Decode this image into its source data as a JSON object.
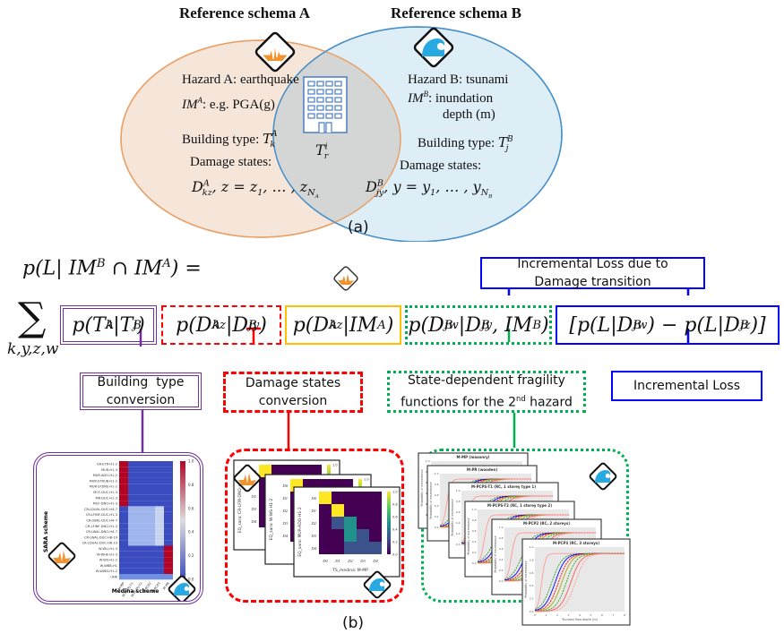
{
  "panel_a": {
    "schema_a": {
      "title": "Reference schema A",
      "hazard": "Hazard A: earthquake",
      "im_label": "IM",
      "im_sup": "A",
      "im_text": ": e.g. PGA(g)",
      "building_type_label": "Building type: ",
      "building_type_sym": "T",
      "building_type_sup": "A",
      "building_type_sub": "k",
      "damage_states_label": "Damage states:",
      "damage_states_expr": "D",
      "damage_states_sup": "A",
      "damage_states_sub": "kz",
      "damage_states_range": ", z = z",
      "damage_states_range_sub": "1",
      "damage_states_range_end": ", … , z",
      "damage_states_range_end_sub": "N",
      "damage_states_range_end_subsub": "A",
      "hazard_icon": "earthquake-icon",
      "color": "#e8a26a",
      "fill": "#f6e6da"
    },
    "schema_b": {
      "title": "Reference schema B",
      "hazard": "Hazard B: tsunami",
      "im_label": "IM",
      "im_sup": "B",
      "im_text": ": inundation",
      "im_text_2": "depth (m)",
      "building_type_label": "Building type: ",
      "building_type_sym": "T",
      "building_type_sup": "B",
      "building_type_sub": "j",
      "damage_states_label": "Damage states:",
      "damage_states_expr": "D",
      "damage_states_sup": "B",
      "damage_states_sub": "jy",
      "damage_states_range": ", y = y",
      "damage_states_range_sub": "1",
      "damage_states_range_end": ", … , y",
      "damage_states_range_end_sub": "N",
      "damage_states_range_end_subsub": "B",
      "hazard_icon": "tsunami-icon",
      "color": "#4a90c8",
      "fill": "#ddeef7"
    },
    "intersection": {
      "icon": "building-icon",
      "sym": "T",
      "sup": "i",
      "sub": "r",
      "fill": "#d4d6d6"
    },
    "caption": "(a)"
  },
  "panel_b": {
    "lhs": {
      "text_1": "p(L| IM",
      "sup_1": "B",
      "text_2": " ∩ IM",
      "sup_2": "A",
      "text_3": ") ="
    },
    "sum_symbol": "∑",
    "sum_index": "k,y,z,w",
    "terms": [
      {
        "id": "building-type",
        "text": "p(T",
        "sup": "A",
        "sub": "k",
        "mid": "|T",
        "sup2": "B",
        "sub2": "j",
        "end": ")",
        "color": "#7030a0",
        "style": "double"
      },
      {
        "id": "damage-states",
        "text": "p(D",
        "sup": "A",
        "sub": "kz",
        "mid": " |D",
        "sup2": "B",
        "sub2": "jy",
        "end": ")",
        "color": "#ff0000",
        "style": "dashed"
      },
      {
        "id": "fragility-a",
        "text": "p(D",
        "sup": "A",
        "sub": "kz",
        "mid": "|IM",
        "sup2": "A",
        "sub2": "",
        "end": ")",
        "color": "#ffc000",
        "style": "solid"
      },
      {
        "id": "fragility-b",
        "text": "p(D",
        "sup": "B",
        "sub": "jw",
        "mid": "|D",
        "sup2": "B",
        "sub2": "jy",
        "end": ", IM",
        "sup3": "B",
        "end2": ")",
        "color": "#00b050",
        "style": "dotted"
      },
      {
        "id": "loss",
        "text": "[p(L|D",
        "sup": "B",
        "sub": "jw",
        "mid": ") − p(L|D",
        "sup2": "B",
        "sub2": "jz",
        "end": ")]",
        "color": "#0000ff",
        "style": "solid"
      }
    ],
    "labels": {
      "incremental_loss_transition": [
        "Incremental Loss due to",
        "Damage transition"
      ],
      "building_type_conversion": [
        "Building  type",
        "conversion"
      ],
      "damage_states_conversion": [
        "Damage states",
        "conversion"
      ],
      "fragility_functions": [
        "State-dependent fragility",
        "functions for the 2"
      ],
      "fragility_functions_sup": "nd",
      "fragility_functions_end": " hazard",
      "incremental_loss": "Incremental Loss"
    },
    "thumbnails": {
      "heatmap": {
        "ylabel": "SARA scheme",
        "xlabel": "Medina scheme",
        "rows": [
          "ER-ETR-H1-2",
          "MUR-H1-3",
          "MUR-ADO-H1-2",
          "MUR-STRUB-H1-2",
          "MUR-STDRE-H1-2",
          "MCF-DUC-H1-3",
          "MR-DUC-H1-3",
          "MCF-DNO-H1-3",
          "CR-LDUAL-DUC-H4-7",
          "CR-LFINF-DUC-H1-3",
          "CR-LWAL-DUC-H4-7",
          "CR-LFINF-DNO-H1-3",
          "CR-LWAL-DNO-H4-7",
          "CR-LWAL-DUC-H8-19",
          "CR-LDUAL-DUC-H8-19",
          "W-WLI-H1-3",
          "W-WHE-H1-3",
          "W-WS-H1-2",
          "W-WBB-H1",
          "W-WWD-H1-2",
          "UNK"
        ],
        "columns": [
          "M-MP",
          "M-PCPS-T1",
          "M-PCPS-T2",
          "M-PCP2",
          "M-PCP3",
          "M-PR"
        ],
        "colorbar_ticks": [
          "0.0",
          "0.2",
          "0.4",
          "0.6",
          "0.8",
          "1.0"
        ]
      },
      "damage_matrices": {
        "ylabels": [
          "EQ_sara: CR-LFM-DNO-H1-3",
          "EQ_sara: W-WS-H1-2",
          "EQ_sara: MUR-ADO-H1-2"
        ],
        "xlabel": "TS_medina: M-MP",
        "states": [
          "D0",
          "D1",
          "D2",
          "D3",
          "D4"
        ],
        "colorbar_ticks": [
          "0.0",
          "0.2",
          "0.4",
          "0.6",
          "0.8",
          "1.0"
        ]
      },
      "fragility_curves": {
        "titles": [
          "M-MP (masonry)",
          "M-PR (wooden)",
          "M-PCPS-T1 (RC, 1 storey type 1)",
          "M-PCPS-T2 (RC, 1 storey type 2)",
          "M-PCP2 (RC, 2 storeys)",
          "M-PCP3 (RC, 3 storeys)"
        ],
        "xlabel": "Tsunami flow depth (m)",
        "ylabel": "Probability of exceedance",
        "x_ticks": [
          "0",
          "1",
          "2",
          "3",
          "4",
          "5",
          "6",
          "7",
          "8"
        ],
        "y_ticks": [
          "0.0",
          "0.2",
          "0.4",
          "0.6",
          "0.8",
          "1.0"
        ]
      }
    },
    "caption": "(b)"
  }
}
